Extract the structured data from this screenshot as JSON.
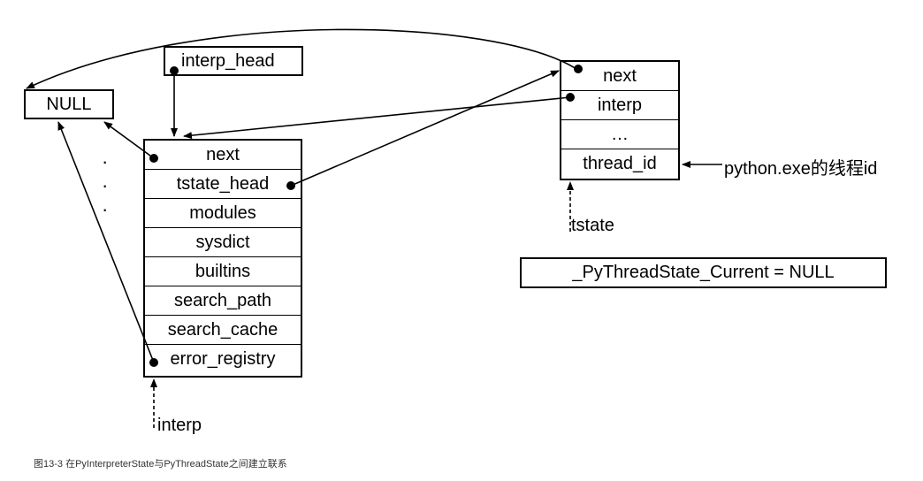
{
  "null_box": {
    "label": "NULL"
  },
  "interp_head_box": {
    "label": "interp_head"
  },
  "interpreter_state": {
    "fields": [
      "next",
      "tstate_head",
      "modules",
      "sysdict",
      "builtins",
      "search_path",
      "search_cache",
      "error_registry"
    ]
  },
  "thread_state": {
    "fields": [
      "next",
      "interp",
      "…",
      "thread_id"
    ]
  },
  "labels": {
    "thread_id_note": "python.exe的线程id",
    "tstate_pointer": "tstate",
    "interp_pointer": "interp",
    "ellipsis_dots": [
      "·",
      "·",
      "·"
    ]
  },
  "current_box": {
    "label": "_PyThreadState_Current = NULL"
  },
  "caption": "图13-3 在PyInterpreterState与PyThreadState之间建立联系"
}
